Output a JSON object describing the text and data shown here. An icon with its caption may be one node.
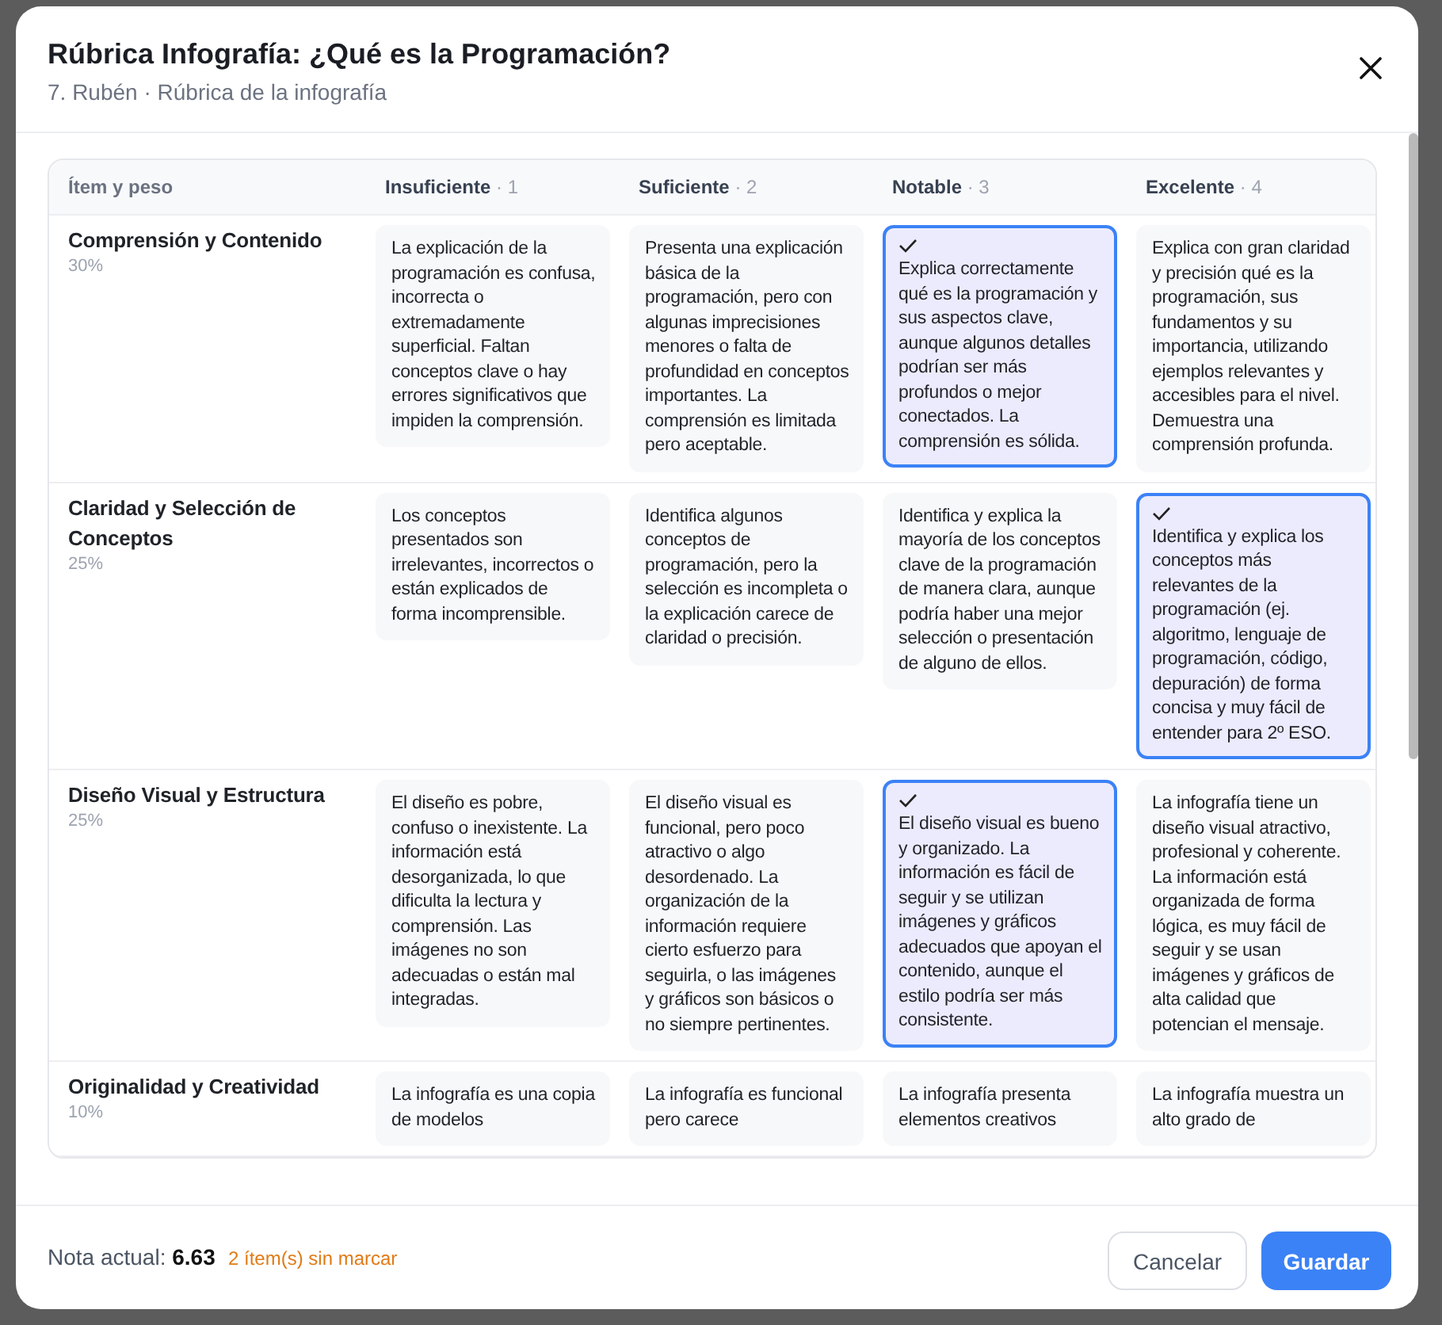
{
  "diagram": {
    "title": "Rúbrica Infografía: ¿Qué es la Programación?",
    "nodes": [
      {
        "text": [
          "Comprensión y Contenido",
          "30%"
        ]
      },
      {
        "text": [
          "La explicación de la programación es confusa, incorrecta o extremadamente superficial. Faltan conceptos clave o hay errores significativos que impiden la comprensión."
        ],
        "in": 0
      },
      {
        "text": [
          "Presenta una explicación básica de la programación, pero con algunas imprecisiones menores o falta de profundidad en conceptos importantes. La comprensión es limitada pero aceptable."
        ],
        "in": 0
      },
      {
        "text": [
          "Explica correctamente qué es la programación y sus aspectos clave, aunque algunos detalles podrían ser más profundos o mejor conectados. La comprensión es sólida."
        ],
        "in": 0
      },
      {
        "text": [
          "Explica con gran claridad y precisión qué es la programación, sus fundamentos y su importancia, utilizando ejemplos relevantes y accesibles para el nivel. Demuestra una comprensión profunda."
        ],
        "in": 0
      },
      {
        "text": [
          "Claridad y Selección de Conceptos",
          "25%"
        ]
      },
      {
        "text": [
          "Los conceptos presentados son irrelevantes, incorrectos o están explicados de forma incomprensible."
        ],
        "in": 5
      },
      {
        "text": [
          "Identifica algunos conceptos de programación, pero la selección es incompleta o la explicación carece de claridad o precisión."
        ],
        "in": 5
      },
      {
        "text": [
          "Identifica y explica la mayoría de los conceptos clave de la programación de manera clara, aunque podría haber una mejor selección o presentación de alguno de ellos."
        ],
        "in": 5
      },
      {
        "text": [
          "Identifica y explica los conceptos más relevantes de la programación (ej. algoritmo, lenguaje de programación, código, depuración) de forma concisa y muy fácil de entender para 2º ESO."
        ],
        "in": 5
      },
      {
        "text": [
          "Diseño Visual y Estructura",
          "25%"
        ]
      },
      {
        "text": [
          "El diseño es pobre, confuso o inexistente. La información está desorganizada, lo que dificulta la lectura y comprensión. Las imágenes no son adecuadas o están mal integradas."
        ],
        "in": 10
      },
      {
        "text": [
          "El diseño visual es funcional, pero poco atractivo o algo desordenado. La organización de la información requiere cierto esfuerzo para seguirla, o las imágenes y gráficos son básicos o no siempre pertinentes."
        ],
        "in": 10
      },
      {
        "text": [
          "El diseño visual es bueno y organizado. La información es fácil de seguir y se utilizan imágenes y gráficos adecuados que apoyan el contenido, aunque el estilo podría ser más consistente."
        ],
        "in": 10
      },
      {
        "text": [
          "La infografía tiene un diseño visual atractivo, profesional y coherente. La información está organizada de forma lógica, es muy fácil de seguir y se usan imágenes y gráficos de alta calidad que potencian el mensaje."
        ],
        "in": 10
      },
      {
        "text": [
          "Originalidad y Creatividad",
          "10%"
        ]
      },
      {
        "text": [
          "La infografía es una copia de modelos"
        ],
        "in": 15
      },
      {
        "text": [
          "La infografía es funcional pero carece"
        ],
        "in": 15
      },
      {
        "text": [
          "La infografía presenta elementos creativos"
        ],
        "in": 15
      },
      {
        "text": [
          "La infografía muestra un alto grado de"
        ],
        "in": 15
      },
      {
        "text": [
          "Cancelar"
        ]
      },
      {
        "text": [
          "Guardar"
        ]
      }
    ],
    "labels": [
      "7. Rubén · Rúbrica de la infografía",
      "Ítem y peso",
      "Insuficiente",
      "· 1",
      "Suficiente",
      "· 2",
      "Notable",
      "· 3",
      "Excelente",
      "· 4",
      "Nota actual: **6.63**",
      "2 ítem(s) sin marcar"
    ]
  }
}
